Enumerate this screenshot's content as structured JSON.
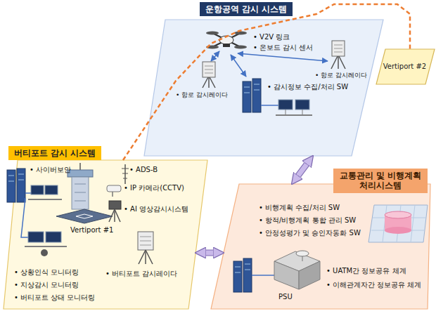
{
  "diagram": {
    "nodes": [
      {
        "text": [
          "운항공역 감시 시스템"
        ]
      },
      {
        "text": [
          "Vertiport #2"
        ]
      },
      {
        "text": [
          "버티포트 감시 시스템"
        ]
      },
      {
        "text": [
          "교통관리 및 비행계획 처리시스템"
        ]
      }
    ],
    "edges": [
      {
        "from": 0,
        "to": 3,
        "arrow": "both"
      },
      {
        "from": 2,
        "to": 3,
        "arrow": "both"
      },
      {
        "from": 2,
        "to": 1,
        "arrow": "none"
      }
    ],
    "labels": [
      "• V2V 링크",
      "• 온보드 감시 센서",
      "• 항로 감시레이다",
      "• 항로 감시레이다",
      "• 감시정보 수집/처리 SW",
      "• 사이버보안",
      "• ADS-B",
      "• IP 카메라(CCTV)",
      "Vertiport #1",
      "• AI 영상감시시스템",
      "• 상황인식 모니터링",
      "• 지상감시 모니터링",
      "• 버티포트 상태 모니터링",
      "• 버티포트 감시레이다",
      "• 비행계획 수집/처리 SW",
      "• 항적/비행계획 통합 관리 SW",
      "• 안정성평가 및 승인자동화 SW",
      "PSU",
      "• UATM간 정보공유 체계",
      "• 이해관계자간 정보공유 체계"
    ]
  }
}
